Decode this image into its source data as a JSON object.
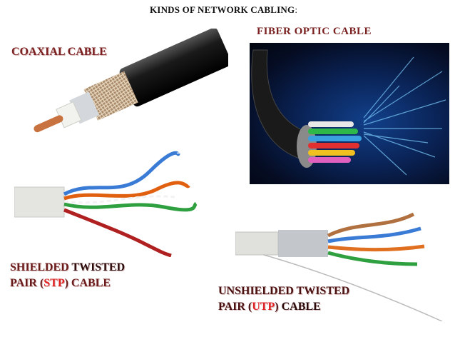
{
  "slide": {
    "title": "KINDS OF NETWORK CABLING",
    "title_colon": ":"
  },
  "cables": {
    "coaxial": {
      "label": "COAXIAL CABLE"
    },
    "fiber": {
      "label": "FIBER OPTIC CABLE"
    },
    "stp": {
      "line1_a": "SHIELDED ",
      "line1_b": "TWISTED",
      "line2_a": "PAIR (",
      "line2_abbr": "STP",
      "line2_b": ") CABLE"
    },
    "utp": {
      "line1": "UNSHIELDED TWISTED",
      "line2_a": "PAIR (",
      "line2_abbr": "UTP",
      "line2_b": ") ",
      "line2_c": "CABLE"
    }
  },
  "colors": {
    "label_maroon": "#7a1f1f",
    "abbr_red": "#e02020",
    "fiber_background": "#0a2458"
  }
}
